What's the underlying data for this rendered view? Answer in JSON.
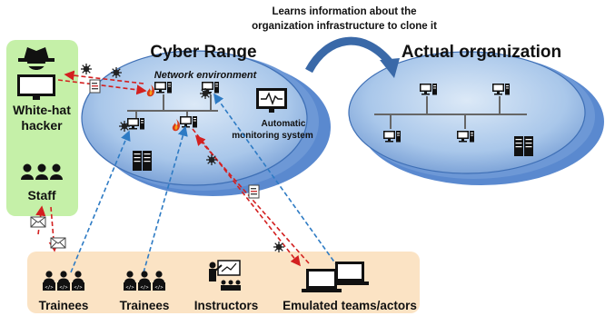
{
  "top_note": {
    "line1": "Learns information about the",
    "line2": "organization infrastructure to clone it"
  },
  "cyber_range": {
    "title": "Cyber Range",
    "network_label": "Network environment",
    "monitoring_label_1": "Automatic",
    "monitoring_label_2": "monitoring system"
  },
  "actual_org": {
    "title": "Actual organization"
  },
  "left_panel": {
    "hacker_label_1": "White-hat",
    "hacker_label_2": "hacker",
    "staff_label": "Staff"
  },
  "bottom_panel": {
    "trainees_1": "Trainees",
    "trainees_2": "Trainees",
    "instructors": "Instructors",
    "emulated": "Emulated teams/actors"
  },
  "colors": {
    "left_panel_bg": "#c5f0a8",
    "bottom_panel_bg": "#fbe3c4",
    "ellipse_fill": "#9dc0e6",
    "ellipse_back": "#4f7fc8",
    "arrow_red": "#d32020",
    "arrow_blue": "#2e7bc4",
    "curve_arrow": "#3a69a8"
  },
  "icons": [
    "hacker-icon",
    "staff-icon",
    "computer-icon",
    "server-icon",
    "monitor-icon",
    "virus-icon",
    "fire-icon",
    "email-icon",
    "document-icon",
    "trainees-icon",
    "instructor-icon",
    "laptop-icon"
  ]
}
